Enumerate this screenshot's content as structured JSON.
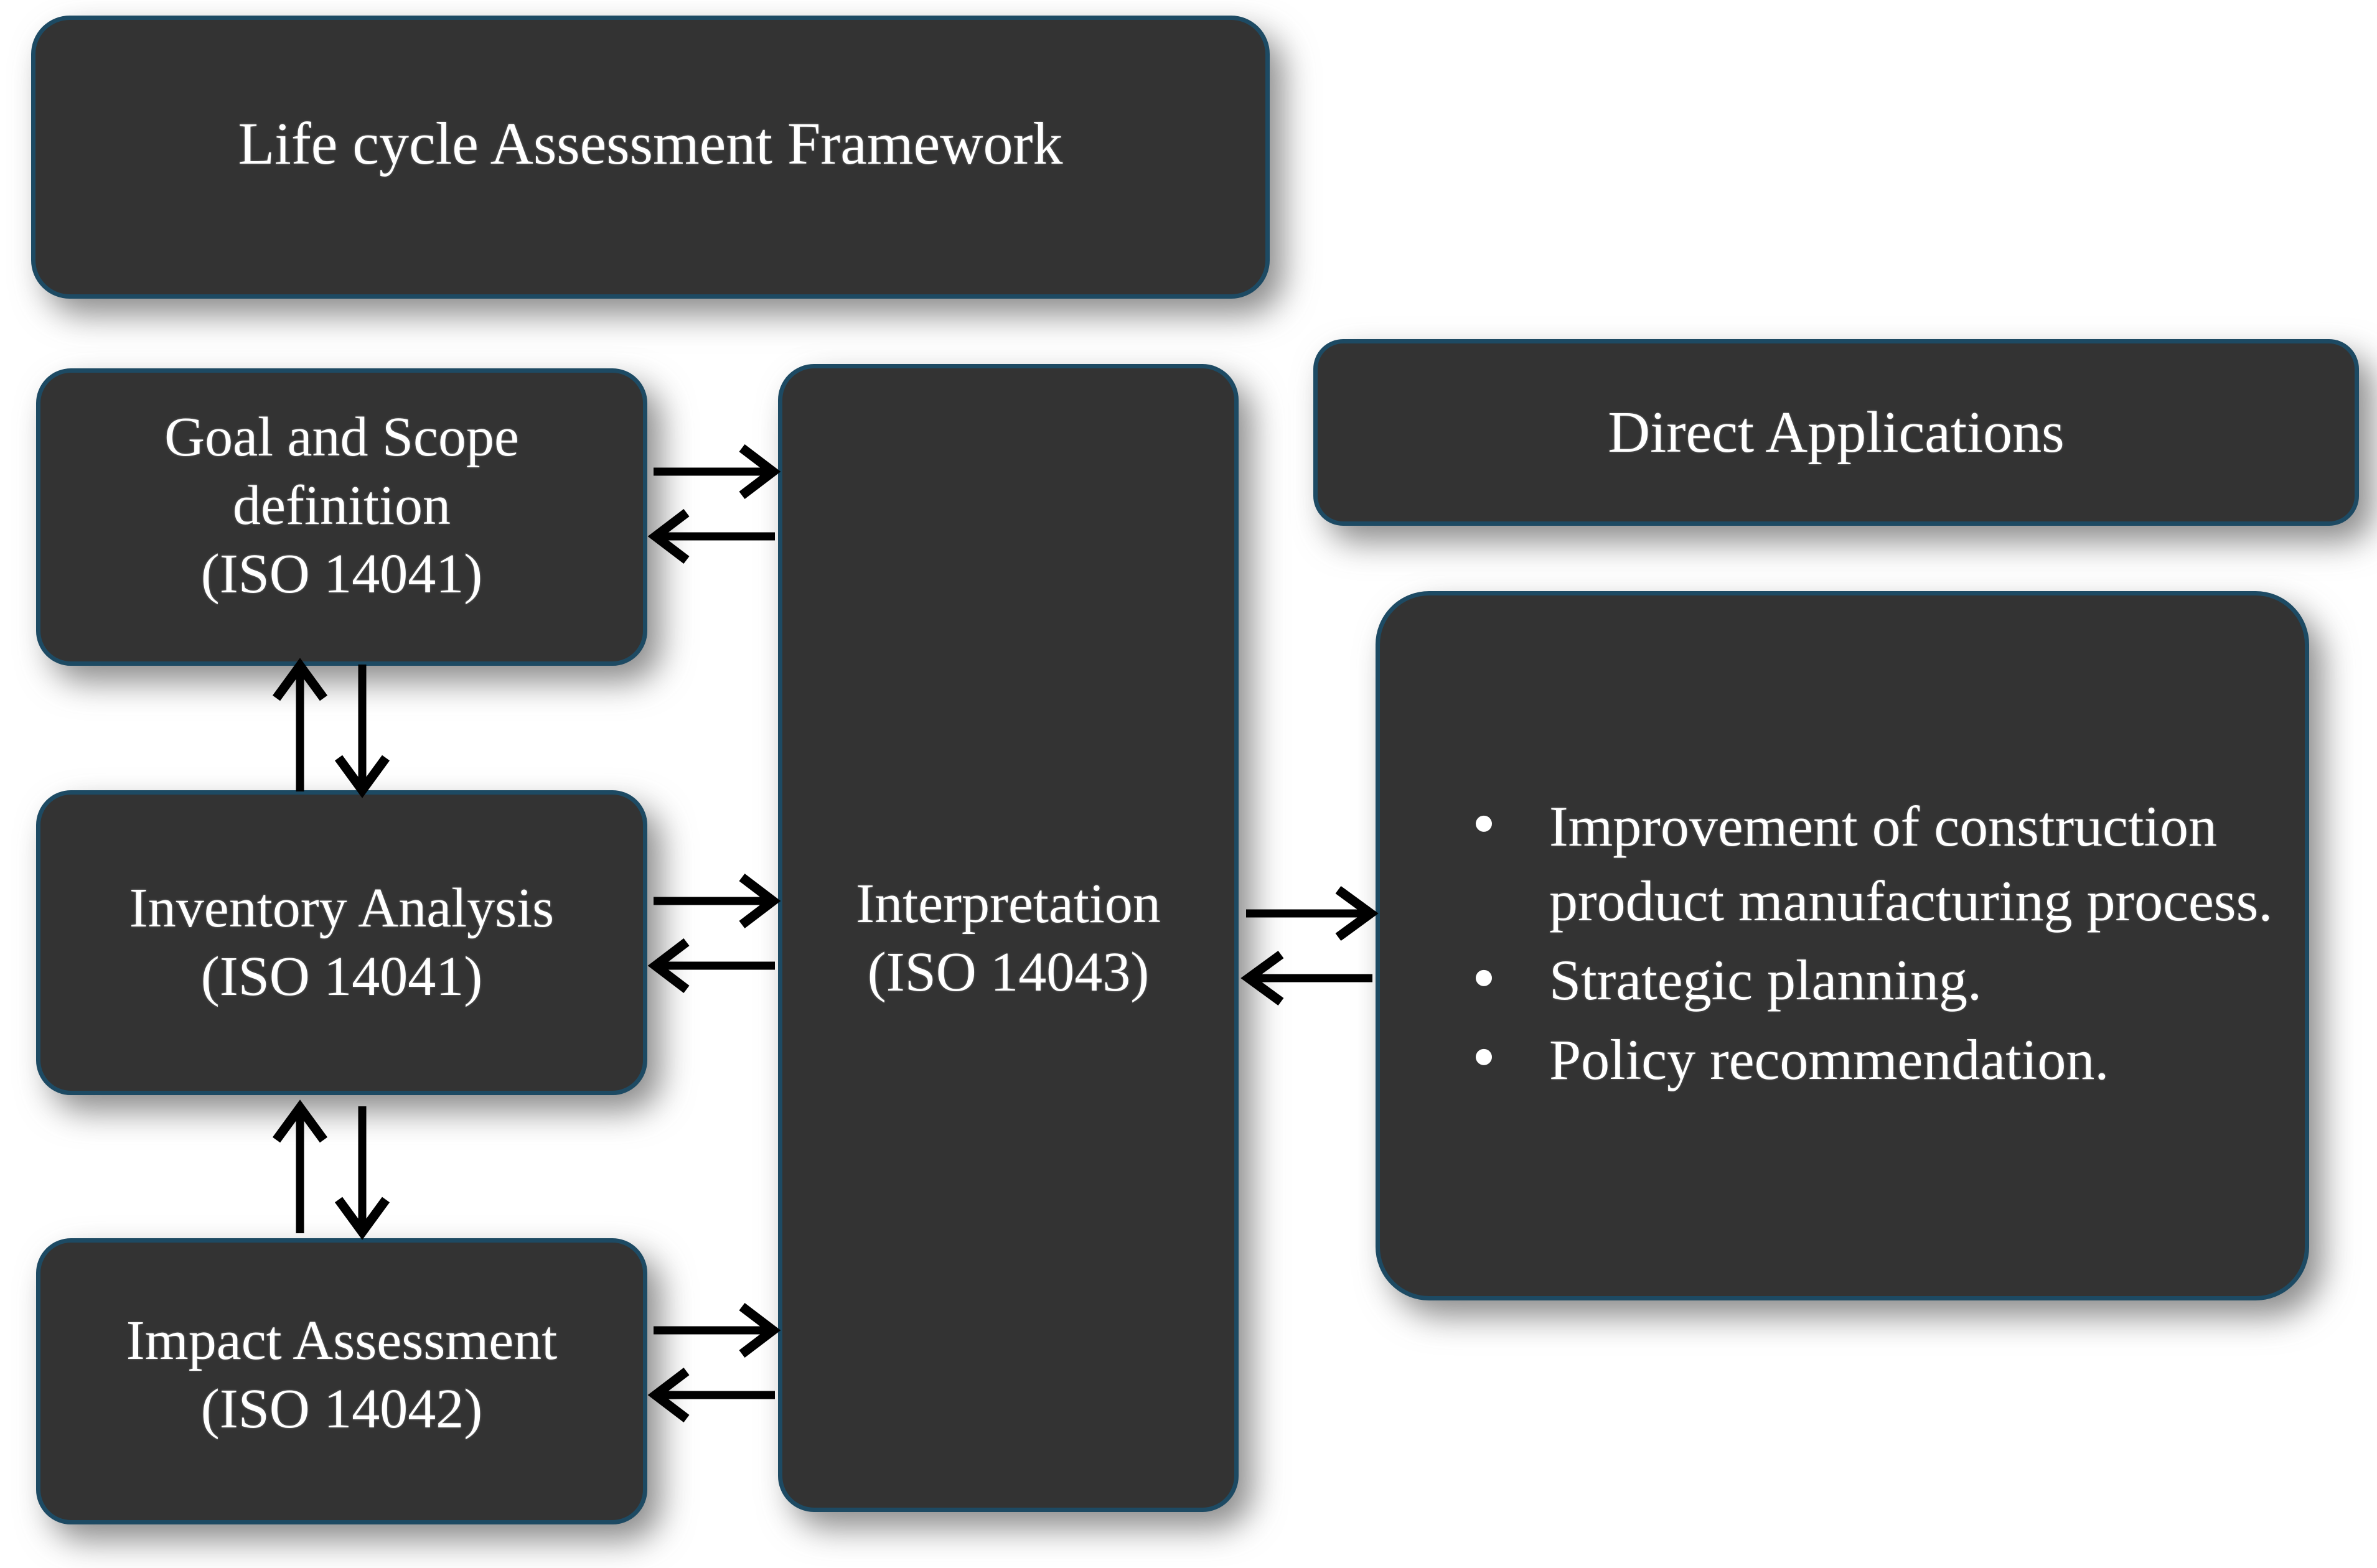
{
  "diagram": {
    "title": "Life cycle Assessment Framework",
    "background_color": "#ffffff",
    "node_fill_color": "#333333",
    "node_border_color": "#1d4a63",
    "node_text_color": "#ffffff",
    "arrow_color": "#000000"
  },
  "nodes": {
    "framework": {
      "label": "Life cycle Assessment Framework"
    },
    "goal_scope": {
      "label": "Goal and Scope\ndefinition\n(ISO 14041)"
    },
    "inventory": {
      "label": "Inventory Analysis\n(ISO 14041)"
    },
    "impact": {
      "label": "Impact Assessment\n(ISO 14042)"
    },
    "interpretation": {
      "label": "Interpretation\n(ISO 14043)"
    },
    "direct_applications": {
      "label": "Direct Applications"
    }
  },
  "applications": {
    "items": [
      "Improvement of construction product manufacturing process.",
      "Strategic planning.",
      "Policy recommendation."
    ]
  },
  "connectors": [
    {
      "name": "goal-to-interpretation",
      "direction": "right"
    },
    {
      "name": "interpretation-to-goal",
      "direction": "left"
    },
    {
      "name": "inventory-to-interpretation",
      "direction": "right"
    },
    {
      "name": "interpretation-to-inventory",
      "direction": "left"
    },
    {
      "name": "impact-to-interpretation",
      "direction": "right"
    },
    {
      "name": "interpretation-to-impact",
      "direction": "left"
    },
    {
      "name": "inventory-to-goal",
      "direction": "up"
    },
    {
      "name": "goal-to-inventory",
      "direction": "down"
    },
    {
      "name": "impact-to-inventory",
      "direction": "up"
    },
    {
      "name": "inventory-to-impact",
      "direction": "down"
    },
    {
      "name": "interpretation-to-applications",
      "direction": "right"
    },
    {
      "name": "applications-to-interpretation",
      "direction": "left"
    }
  ]
}
